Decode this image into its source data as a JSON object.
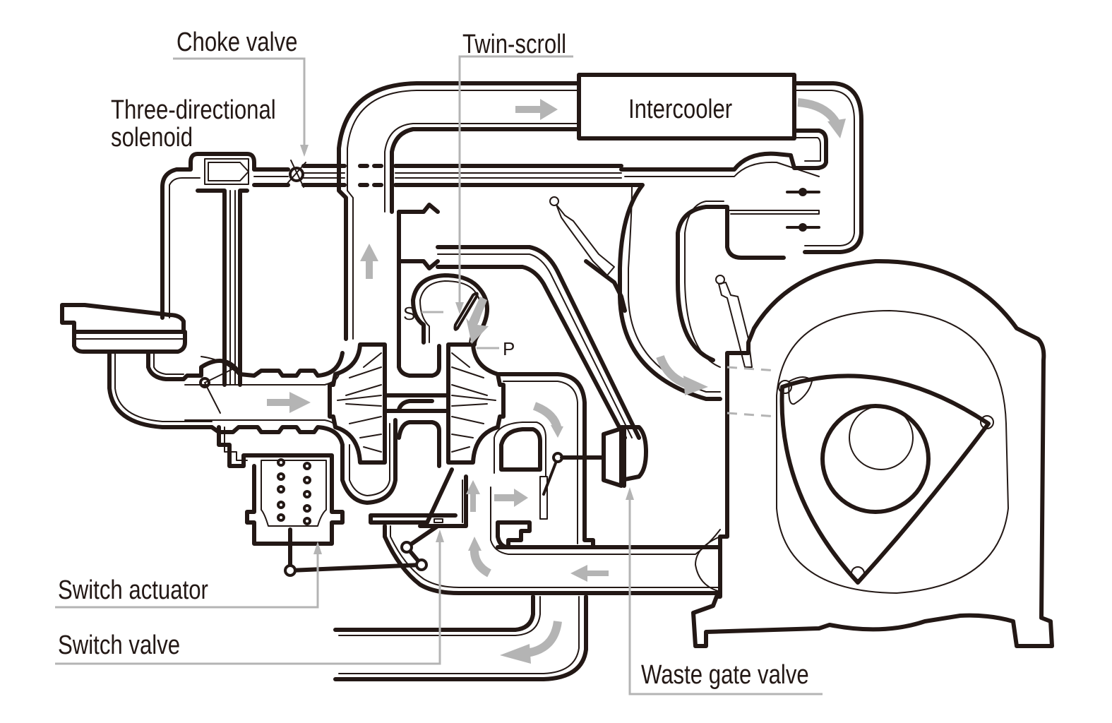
{
  "diagram": {
    "subject": "Sequential twin-scroll turbocharger system for rotary engine",
    "labels": {
      "choke_valve": "Choke valve",
      "three_directional_solenoid_line1": "Three-directional",
      "three_directional_solenoid_line2": "solenoid",
      "twin_scroll": "Twin-scroll",
      "intercooler": "Intercooler",
      "scroll_s": "S",
      "scroll_p": "P",
      "switch_actuator": "Switch actuator",
      "switch_valve": "Switch valve",
      "waste_gate_valve": "Waste gate valve"
    },
    "colors": {
      "line": "#231815",
      "flow_arrow": "#b4b4b4",
      "leader_line": "#b4b4b4",
      "background": "#ffffff"
    }
  }
}
